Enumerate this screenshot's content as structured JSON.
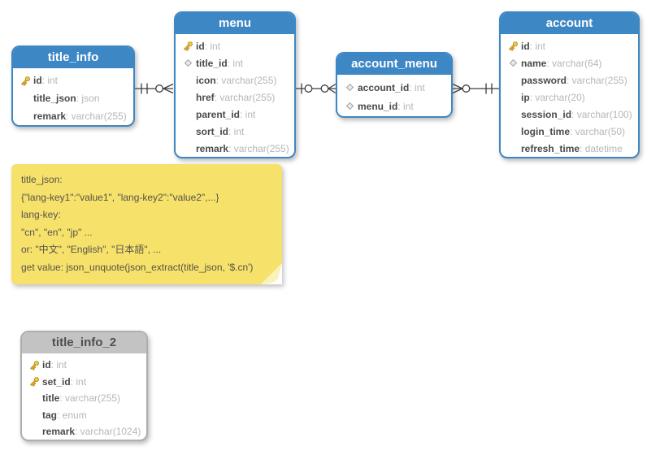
{
  "colors": {
    "table_header_blue": "#3e87c5",
    "table_header_gray": "#c3c3c3",
    "field_name_text": "#4a4a4a",
    "field_type_text": "#b6b6b6",
    "note_background": "#f6e26a",
    "note_text": "#57524a",
    "connector_line": "#3c3c3c",
    "key_icon_gold": "#f7c936"
  },
  "tables": [
    {
      "name": "title_info",
      "style": "blue",
      "fields": [
        {
          "icon": "key",
          "name": "id",
          "type": "int"
        },
        {
          "icon": "none",
          "name": "title_json",
          "type": "json"
        },
        {
          "icon": "none",
          "name": "remark",
          "type": "varchar(255)"
        }
      ]
    },
    {
      "name": "menu",
      "style": "blue",
      "fields": [
        {
          "icon": "key",
          "name": "id",
          "type": "int"
        },
        {
          "icon": "diamond",
          "name": "title_id",
          "type": "int"
        },
        {
          "icon": "none",
          "name": "icon",
          "type": "varchar(255)"
        },
        {
          "icon": "none",
          "name": "href",
          "type": "varchar(255)"
        },
        {
          "icon": "none",
          "name": "parent_id",
          "type": "int"
        },
        {
          "icon": "none",
          "name": "sort_id",
          "type": "int"
        },
        {
          "icon": "none",
          "name": "remark",
          "type": "varchar(255)"
        }
      ]
    },
    {
      "name": "account_menu",
      "style": "blue",
      "fields": [
        {
          "icon": "diamond",
          "name": "account_id",
          "type": "int"
        },
        {
          "icon": "diamond",
          "name": "menu_id",
          "type": "int"
        }
      ]
    },
    {
      "name": "account",
      "style": "blue",
      "fields": [
        {
          "icon": "key",
          "name": "id",
          "type": "int"
        },
        {
          "icon": "diamond",
          "name": "name",
          "type": "varchar(64)"
        },
        {
          "icon": "none",
          "name": "password",
          "type": "varchar(255)"
        },
        {
          "icon": "none",
          "name": "ip",
          "type": "varchar(20)"
        },
        {
          "icon": "none",
          "name": "session_id",
          "type": "varchar(100)"
        },
        {
          "icon": "none",
          "name": "login_time",
          "type": "varchar(50)"
        },
        {
          "icon": "none",
          "name": "refresh_time",
          "type": "datetime"
        }
      ]
    },
    {
      "name": "title_info_2",
      "style": "gray",
      "fields": [
        {
          "icon": "key",
          "name": "id",
          "type": "int"
        },
        {
          "icon": "key",
          "name": "set_id",
          "type": "int"
        },
        {
          "icon": "none",
          "name": "title",
          "type": "varchar(255)"
        },
        {
          "icon": "none",
          "name": "tag",
          "type": "enum"
        },
        {
          "icon": "none",
          "name": "remark",
          "type": "varchar(1024)"
        }
      ]
    }
  ],
  "note": {
    "lines": [
      "title_json:",
      "{\"lang-key1\":\"value1\", \"lang-key2\":\"value2\",...}",
      "lang-key:",
      "\"cn\", \"en\", \"jp\" ...",
      "or: \"中文\", \"English\", \"日本語\", ...",
      "get value: json_unquote(json_extract(title_json, '$.cn')"
    ]
  },
  "relationships": [
    {
      "from": "title_info",
      "to": "menu",
      "from_end": "one-and-only-one",
      "to_end": "zero-or-many"
    },
    {
      "from": "menu",
      "to": "account_menu",
      "from_end": "zero-or-one",
      "to_end": "zero-or-many"
    },
    {
      "from": "account_menu",
      "to": "account",
      "from_end": "zero-or-many",
      "to_end": "one-and-only-one"
    }
  ]
}
